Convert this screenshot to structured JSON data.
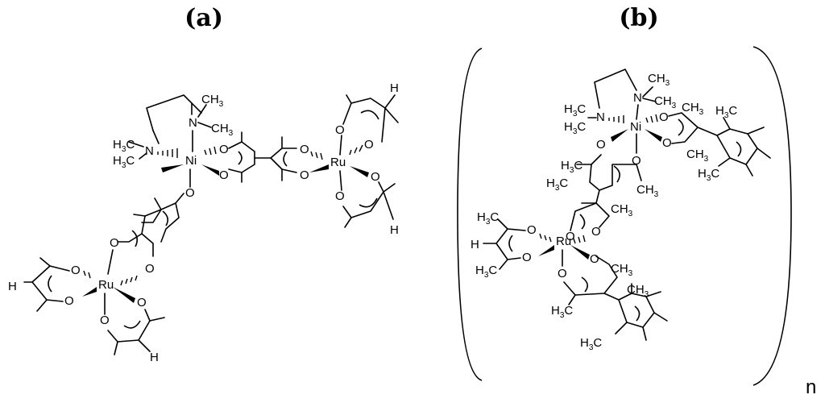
{
  "figure": {
    "panel_a": {
      "label": "(a)"
    },
    "panel_b": {
      "label": "(b)",
      "repeat_label": "n"
    }
  },
  "atoms": {
    "ni": "Ni",
    "ru": "Ru",
    "n": "N",
    "o": "O",
    "h": "H",
    "ch3_c": "CH",
    "h3c_c": "H",
    "c": "C",
    "sub3": "3"
  }
}
